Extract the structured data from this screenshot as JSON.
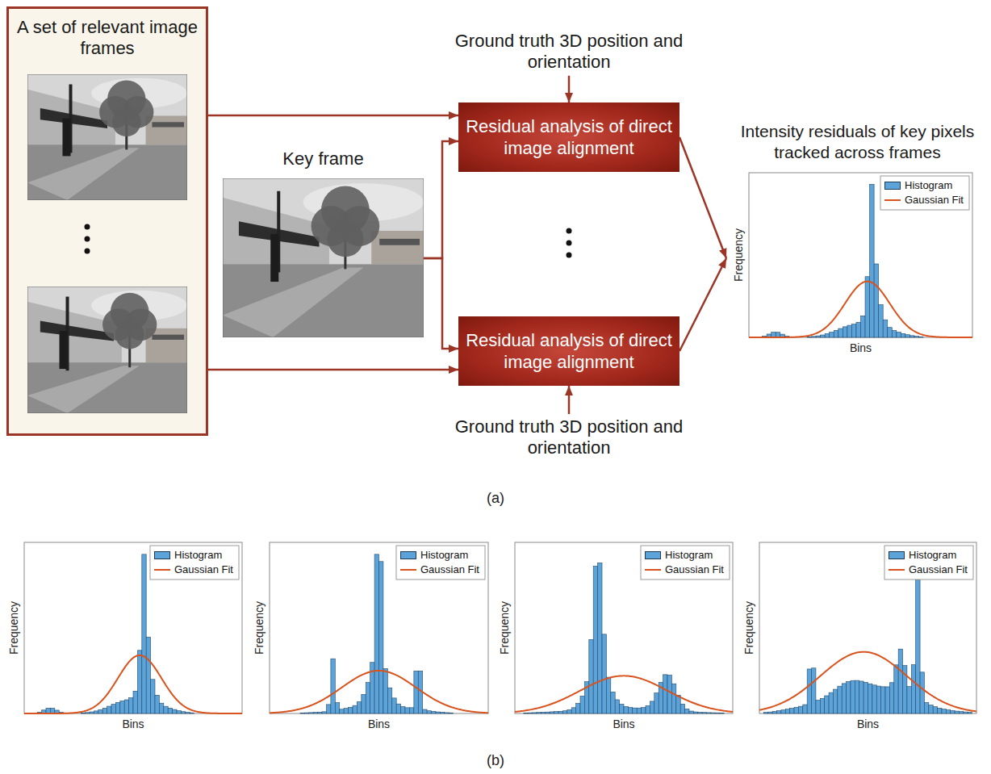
{
  "diagram": {
    "nodes": [
      {
        "text": [
          "A set of relevant image frames"
        ]
      },
      {
        "text": [
          "Key frame"
        ]
      },
      {
        "text": [
          "Ground truth 3D position and orientation"
        ]
      },
      {
        "text": [
          "Residual analysis of direct image alignment"
        ]
      },
      {
        "text": [
          "Residual analysis of direct image alignment"
        ]
      },
      {
        "text": [
          "Ground truth 3D position and orientation"
        ]
      },
      {
        "text": [
          "Intensity residuals of key pixels tracked across frames"
        ]
      }
    ],
    "edges": [
      {
        "from": 0,
        "to": 3,
        "arrow": "to"
      },
      {
        "from": 0,
        "to": 4,
        "arrow": "to"
      },
      {
        "from": 1,
        "to": 3,
        "arrow": "to"
      },
      {
        "from": 1,
        "to": 4,
        "arrow": "to"
      },
      {
        "from": 2,
        "to": 3,
        "arrow": "to"
      },
      {
        "from": 5,
        "to": 4,
        "arrow": "to"
      },
      {
        "from": 3,
        "to": 6,
        "arrow": "to"
      },
      {
        "from": 4,
        "to": 6,
        "arrow": "to"
      }
    ],
    "labels": [
      "Frequency",
      "Bins",
      "(a)",
      "Frequency",
      "Bins",
      "Frequency",
      "Bins",
      "Frequency",
      "Bins",
      "Frequency",
      "Bins",
      "(b)"
    ],
    "legend": [
      {
        "text": "Histogram",
        "color": "#5ba3d9"
      },
      {
        "text": "Gaussian Fit"
      },
      {
        "text": "Histogram",
        "color": "#5ba3d9"
      },
      {
        "text": "Gaussian Fit"
      },
      {
        "text": "Histogram",
        "color": "#5ba3d9"
      },
      {
        "text": "Gaussian Fit"
      },
      {
        "text": "Histogram",
        "color": "#5ba3d9"
      },
      {
        "text": "Gaussian Fit"
      },
      {
        "text": "Histogram",
        "color": "#5ba3d9"
      },
      {
        "text": "Gaussian Fit"
      }
    ]
  }
}
